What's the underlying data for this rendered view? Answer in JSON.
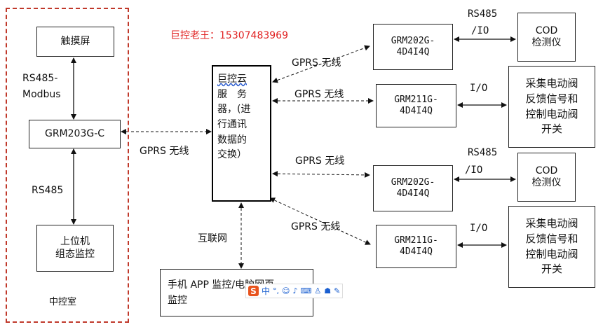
{
  "contact": "巨控老王：15307483969",
  "control_room": {
    "label": "中控室",
    "touchscreen": "触摸屏",
    "link_top_1": "RS485-",
    "link_top_2": "Modbus",
    "gateway": "GRM203G-C",
    "link_bottom": "RS485",
    "host_1": "上位机",
    "host_2": "组态监控"
  },
  "server": {
    "line1": "巨控云",
    "line2": "服　务",
    "line3": "器，(进",
    "line4": "行通讯",
    "line5": "数据的",
    "line6": "交换）"
  },
  "links": {
    "gprs_left": "GPRS 无线",
    "gprs_1": "GPRS 无线",
    "gprs_2": "GPRS 无线",
    "gprs_3": "GPRS 无线",
    "gprs_4": "GPRS 无线",
    "internet": "互联网",
    "rs485_io_1a": "RS485",
    "rs485_io_1b": "/IO",
    "io_2": "I/O",
    "rs485_io_3a": "RS485",
    "rs485_io_3b": "/IO",
    "io_4": "I/O"
  },
  "devices": {
    "d1_a": "GRM202G-",
    "d1_b": "4D4I4Q",
    "d2_a": "GRM211G-",
    "d2_b": "4D4I4Q",
    "d3_a": "GRM202G-",
    "d3_b": "4D4I4Q",
    "d4_a": "GRM211G-",
    "d4_b": "4D4I4Q"
  },
  "endpoints": {
    "cod1_a": "COD",
    "cod1_b": "检测仪",
    "valve1_a": "采集电动阀",
    "valve1_b": "反馈信号和",
    "valve1_c": "控制电动阀",
    "valve1_d": "开关",
    "cod2_a": "COD",
    "cod2_b": "检测仪",
    "valve2_a": "采集电动阀",
    "valve2_b": "反馈信号和",
    "valve2_c": "控制电动阀",
    "valve2_d": "开关"
  },
  "app": {
    "line1": "手机 APP 监控/电脑网页",
    "line2": "监控"
  },
  "ime_toolbar": {
    "logo": "S",
    "lang": "中"
  }
}
